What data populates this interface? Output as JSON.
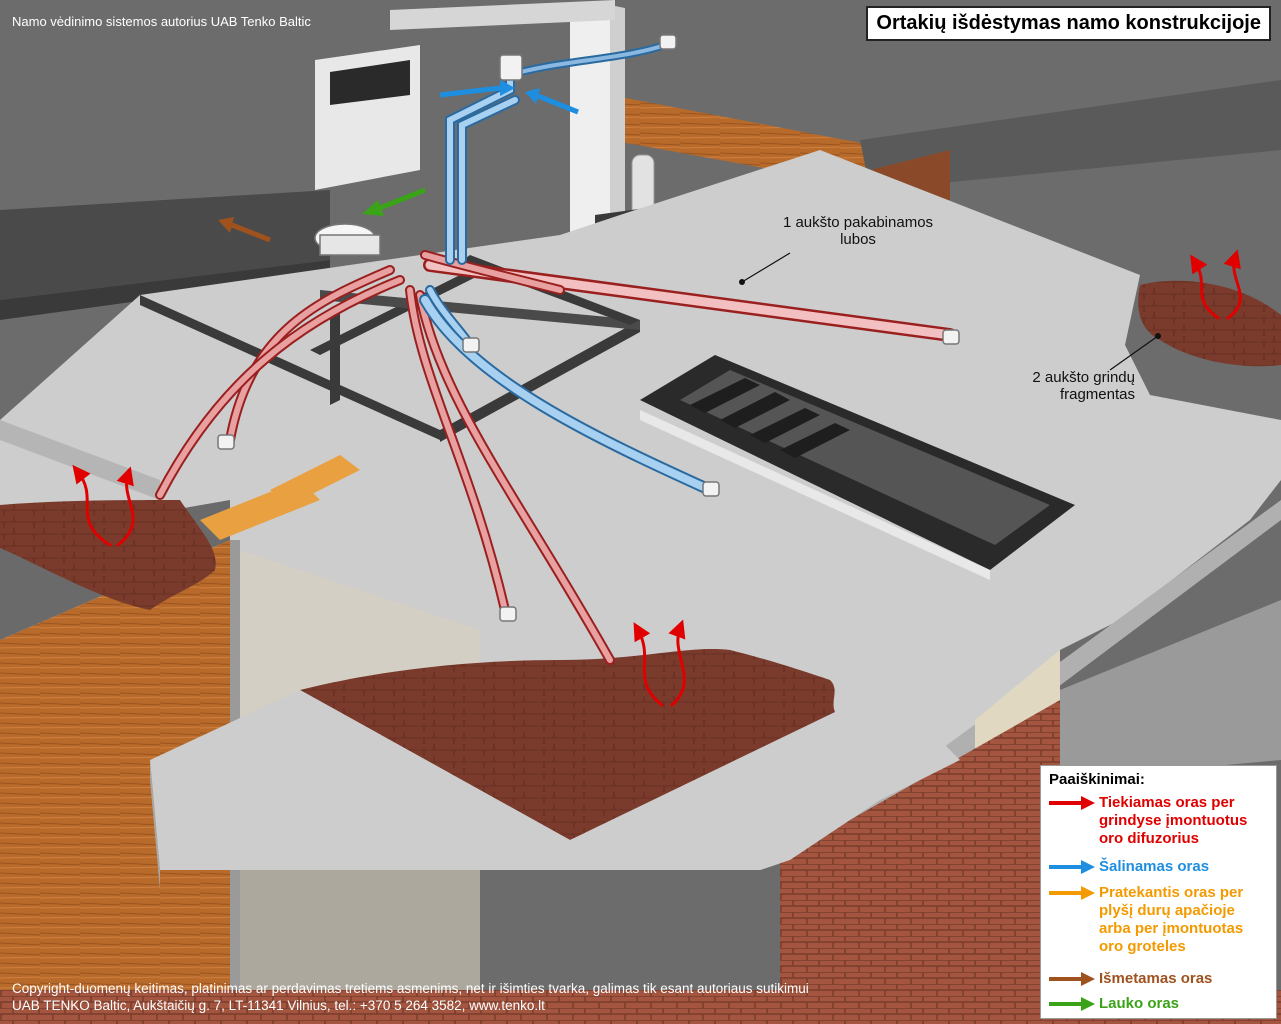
{
  "header": {
    "credit": "Namo vėdinimo sistemos autorius UAB Tenko Baltic",
    "title": "Ortakių išdėstymas namo konstrukcijoje"
  },
  "labels": {
    "ceiling_line1": "1 aukšto pakabinamos",
    "ceiling_line2": "lubos",
    "floor2_line1": "2 aukšto grindų",
    "floor2_line2": "fragmentas"
  },
  "legend": {
    "title": "Paaiškinimai:",
    "items": [
      {
        "lines": [
          "Tiekiamas oras per",
          "grindyse įmontuotus",
          "oro difuzorius"
        ],
        "color": "#e00000"
      },
      {
        "lines": [
          "Šalinamas oras"
        ],
        "color": "#1e8fe0"
      },
      {
        "lines": [
          "Pratekantis oras per",
          "plyšį durų apačioje",
          "arba per įmontuotas",
          "oro groteles"
        ],
        "color": "#f39a00"
      },
      {
        "lines": [
          "Išmetamas oras"
        ],
        "color": "#a0521e"
      },
      {
        "lines": [
          "Lauko oras"
        ],
        "color": "#3aa318"
      }
    ]
  },
  "footer": {
    "line1": "Copyright-duomenų keitimas, platinimas ar perdavimas tretiems asmenims, net ir išimties tvarka, galimas tik esant autoriaus sutikimui",
    "line2": "UAB TENKO Baltic, Aukštaičių g. 7, LT-11341 Vilnius, tel.: +370 5 264 3582, www.tenko.lt"
  },
  "colors": {
    "supply": "#e00000",
    "extract": "#1e8fe0",
    "transfer": "#f39a00",
    "exhaust": "#a0521e",
    "outdoor": "#3aa318",
    "floor_wood": "#7a3b2c",
    "ceiling": "#cfcfcf",
    "background": "#6c6c6c"
  }
}
